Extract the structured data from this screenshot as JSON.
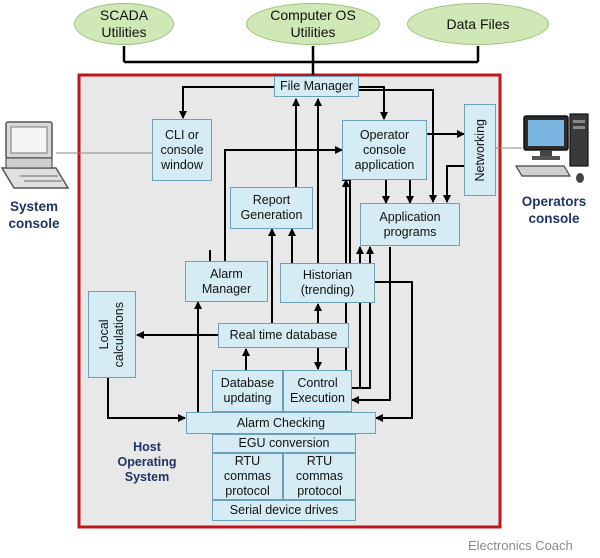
{
  "ovals": [
    {
      "id": "scada",
      "label": "SCADA\nUtilities"
    },
    {
      "id": "compos",
      "label": "Computer OS\nUtilities"
    },
    {
      "id": "datafiles",
      "label": "Data Files"
    }
  ],
  "boxes": {
    "file_manager": "File Manager",
    "cli": "CLI or\nconsole\nwindow",
    "operator_console_app": "Operator\nconsole\napplication",
    "networking": "Networking",
    "report_generation": "Report\nGeneration",
    "application_programs": "Application\nprograms",
    "alarm_manager": "Alarm\nManager",
    "historian": "Historian\n(trending)",
    "local_calculations": "Local\ncalculations",
    "real_time_database": "Real time database",
    "database_updating": "Database\nupdating",
    "control_execution": "Control\nExecution",
    "alarm_checking": "Alarm Checking",
    "egu_conversion": "EGU conversion",
    "rtu_protocol_1": "RTU\ncommas\nprotocol",
    "rtu_protocol_2": "RTU\ncommas\nprotocol",
    "serial_device_drives": "Serial device drives"
  },
  "labels": {
    "system_console": "System\nconsole",
    "operators_console": "Operators\nconsole",
    "host_os": "Host\nOperating\nSystem",
    "watermark": "Electronics Coach"
  },
  "colors": {
    "frame": "#c0151b",
    "box_fill": "#d6ecf4",
    "oval_fill": "#cfe8b6",
    "label_color": "#1e3466"
  }
}
